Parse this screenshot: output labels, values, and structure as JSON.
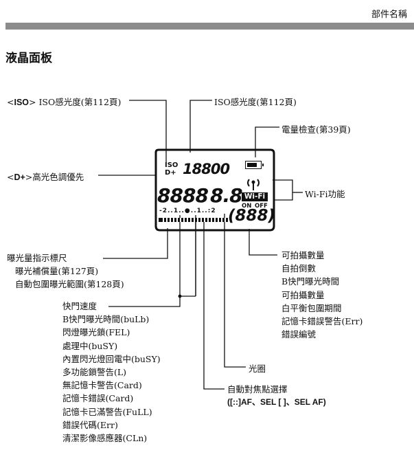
{
  "header": {
    "title": "部件名稱"
  },
  "section_title": "液晶面板",
  "callouts": {
    "iso_label_pre": "<",
    "iso_label_icon": "ISO",
    "iso_label_post": "> ISO感光度(第112頁)",
    "iso_value": "ISO感光度(第112頁)",
    "battery": "電量檢查(第39頁)",
    "d_plus_pre": "<",
    "d_plus_icon": "D+",
    "d_plus_post": ">高光色調優先",
    "wifi": "Wi-Fi功能",
    "exposure_scale": [
      "曝光量指示標尺",
      "曝光補償量(第127頁)",
      "自動包圍曝光範圍(第128頁)"
    ],
    "shots": [
      "可拍攝數量",
      "自拍倒數",
      "B快門曝光時間",
      "可拍攝數量",
      "白平衡包圍期間",
      "記憶卡錯誤警告(Err)",
      "錯誤編號"
    ],
    "shutter": [
      "快門速度",
      "B快門曝光時間(buLb)",
      "閃燈曝光鎖(FEL)",
      "處理中(buSY)",
      "內置閃光燈回電中(buSY)",
      "多功能鎖警告(L)",
      "無記憶卡警告(Card)",
      "記憶卡錯誤(Card)",
      "記憶卡已滿警告(FuLL)",
      "錯誤代碼(Err)",
      "清潔影像感應器(CLn)"
    ],
    "aperture": "光圈",
    "af_point": [
      "自動對焦點選擇",
      "([::]AF、SEL [ ]、SEL AF)"
    ]
  },
  "lcd": {
    "iso": "ISO",
    "d_plus": "D+",
    "iso_digits": "18800",
    "shutter_digits": "8888",
    "aperture_digits": "8.8",
    "wifi_badge": "Wi-Fi",
    "wifi_on": "ON",
    "wifi_off": "OFF",
    "scale_text": "-2..1..●..1..:2",
    "shots_digits": "888"
  }
}
